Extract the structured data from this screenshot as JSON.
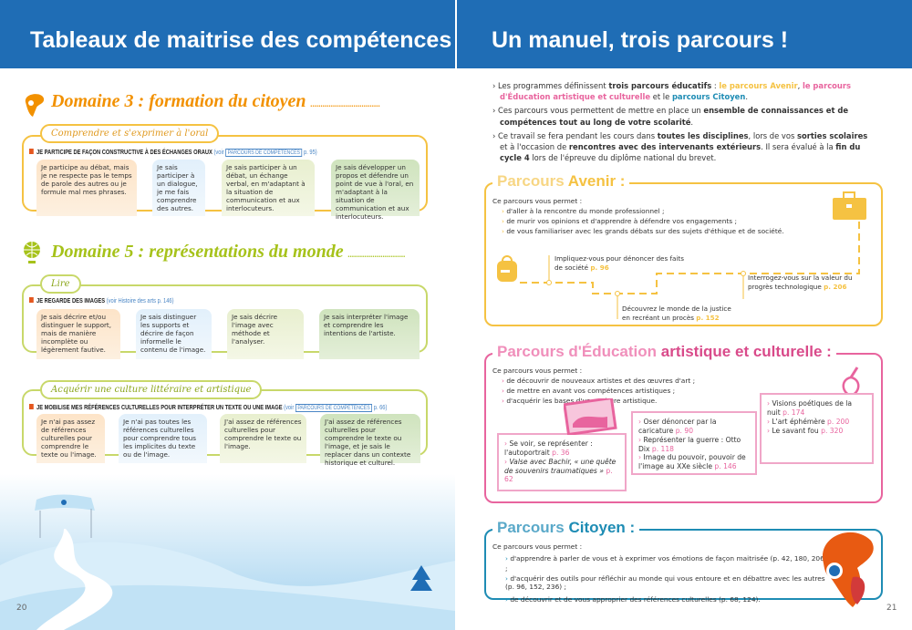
{
  "left": {
    "header": "Tableaux de maitrise des compétences",
    "domain3": {
      "title": "Domaine 3 : formation du citoyen",
      "dots": "..................................",
      "tab": "Comprendre et s'exprimer à l'oral",
      "skill": "JE PARTICIPE DE FAÇON CONSTRUCTIVE À DES ÉCHANGES ORAUX",
      "ref_pre": "(voir",
      "ref_box": "PARCOURS DE COMPÉTENCES",
      "ref_post": "p. 95)",
      "cards": [
        "Je participe au débat, mais je ne respecte pas le temps de parole des autres ou je formule mal mes phrases.",
        "Je sais participer à un dialogue, je me fais comprendre des autres.",
        "Je sais participer à un débat, un échange verbal, en m'adaptant à la situation de communication et aux interlocuteurs.",
        "Je sais développer un propos et défendre un point de vue à l'oral, en m'adaptant à la situation de communication et aux interlocuteurs."
      ]
    },
    "domain5": {
      "title": "Domaine 5 : représentations du monde",
      "dots": "............................",
      "block1": {
        "tab": "Lire",
        "skill": "JE REGARDE DES IMAGES",
        "ref": "(voir Histoire des arts p. 146)",
        "cards": [
          "Je sais décrire et/ou distinguer le support, mais de manière incomplète ou légèrement fautive.",
          "Je sais distinguer les supports et décrire de façon informelle le contenu de l'image.",
          "Je sais décrire l'image avec méthode et l'analyser.",
          "Je sais interpréter l'image et comprendre les intentions de l'artiste."
        ]
      },
      "block2": {
        "tab": "Acquérir une culture littéraire et artistique",
        "skill": "JE MOBILISE MES RÉFÉRENCES CULTURELLES POUR INTERPRÉTER UN TEXTE OU UNE IMAGE",
        "ref_pre": "(voir",
        "ref_box": "PARCOURS DE COMPÉTENCES",
        "ref_post": "p. 66)",
        "cards": [
          "Je n'ai pas assez de références culturelles pour comprendre le texte ou l'image.",
          "Je n'ai pas toutes les références culturelles pour comprendre tous les implicites du texte ou de l'image.",
          "J'ai assez de références culturelles pour comprendre le texte ou l'image.",
          "J'ai assez de références culturelles pour comprendre le texte ou l'image, et je sais le replacer dans un contexte historique et culturel."
        ]
      }
    },
    "page_number": "20"
  },
  "right": {
    "header": "Un manuel, trois parcours !",
    "intro": [
      {
        "a": "Les programmes définissent ",
        "b": "trois parcours éducatifs",
        "c": " : ",
        "d": "le parcours Avenir",
        ",": ", ",
        "e": "le parcours d'Éducation artistique et culturelle",
        "f": " et le ",
        "g": "parcours Citoyen",
        "h": "."
      },
      {
        "a": "Ces parcours vous permettent de mettre en place un ",
        "b": "ensemble de connaissances et de compétences tout au long de votre scolarité",
        "c": "."
      },
      {
        "a": "Ce travail se fera pendant les cours dans ",
        "b": "toutes les disciplines",
        "c": ", lors de vos ",
        "d": "sorties scolaires",
        "e": " et à l'occasion de ",
        "f": "rencontres avec des intervenants extérieurs",
        "g": ". Il sera évalué à la ",
        "h": "fin du cycle 4",
        "i": " lors de l'épreuve du diplôme national du brevet."
      }
    ],
    "avenir": {
      "title_a": "Parcours ",
      "title_b": "Avenir :",
      "lead": "Ce parcours vous permet :",
      "items": [
        "d'aller à la rencontre du monde professionnel ;",
        "de murir vos opinions et d'apprendre à défendre vos engagements ;",
        "de vous familiariser avec les grands débats sur des sujets d'éthique et de société."
      ],
      "steps": [
        {
          "text": "Impliquez-vous pour dénoncer des faits de société",
          "page": "p. 96"
        },
        {
          "text": "Découvrez le monde de la justice en recréant un procès",
          "page": "p. 152"
        },
        {
          "text": "Interrogez-vous sur la valeur du progrès technologique",
          "page": "p. 206"
        }
      ]
    },
    "eac": {
      "title_a": "Parcours d'Éducation ",
      "title_b": "artistique et culturelle :",
      "lead": "Ce parcours vous permet :",
      "items": [
        "de découvrir de nouveaux artistes et des œuvres d'art ;",
        "de mettre en avant vos compétences artistiques ;",
        "d'acquérir les bases d'une culture artistique."
      ],
      "frames": [
        [
          {
            "text": "Se voir, se représenter : l'autoportrait",
            "page": "p. 36"
          },
          {
            "text": "Valse avec Bachir, « une quête de souvenirs traumatiques »",
            "page": "p. 62"
          }
        ],
        [
          {
            "text": "Oser dénoncer par la caricature",
            "page": "p. 90"
          },
          {
            "text": "Représenter la guerre : Otto Dix",
            "page": "p. 118"
          },
          {
            "text": "Image du pouvoir, pouvoir de l'image au XXe siècle",
            "page": "p. 146"
          }
        ],
        [
          {
            "text": "Visions poétiques de la nuit",
            "page": "p. 174"
          },
          {
            "text": "L'art éphémère",
            "page": "p. 200"
          },
          {
            "text": "Le savant fou",
            "page": "p. 320"
          }
        ]
      ]
    },
    "citoyen": {
      "title_a": "Parcours ",
      "title_b": "Citoyen :",
      "lead": "Ce parcours vous permet :",
      "items": [
        "d'apprendre à parler de vous et à exprimer vos émotions de façon maitrisée (p. 42, 180, 206) ;",
        "d'acquérir des outils pour réfléchir au monde qui vous entoure et en débattre avec les autres (p. 96, 152, 236) ;",
        "de découvrir et de vous approprier des références culturelles (p. 68, 124)."
      ]
    },
    "page_number": "21"
  },
  "colors": {
    "header": "#1f6db5",
    "domain3": "#f29100",
    "domain5": "#a6c21a",
    "avenir": "#f5c242",
    "eac": "#e8649e",
    "citoyen": "#1e8cb4"
  }
}
